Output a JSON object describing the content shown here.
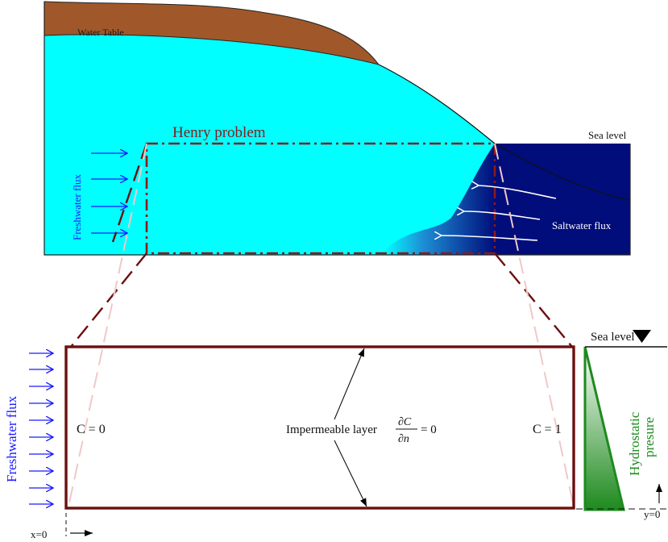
{
  "top_diagram": {
    "water_table_label": "Water Table",
    "henry_problem_label": "Henry problem",
    "sea_level_label": "Sea level",
    "freshwater_flux_label": "Freshwater flux",
    "saltwater_flux_label": "Saltwater flux"
  },
  "bottom_diagram": {
    "freshwater_flux_label": "Freshwater flux",
    "c_left_label": "C = 0",
    "c_right_label": "C = 1",
    "impermeable_label": "Impermeable layer",
    "equation_numerator": "∂C",
    "equation_denominator": "∂n",
    "equation_rhs": "= 0",
    "sea_level_label": "Sea level",
    "hydrostatic_line1": "Hydrostatic",
    "hydrostatic_line2": "presure",
    "x_origin_label": "x=0",
    "y_origin_label": "y=0"
  },
  "colors": {
    "freshwater": "#00ffff",
    "soil": "#a0582a",
    "seawater": "#000d7a",
    "henry_box": "#8b1a1a",
    "domain_box": "#6b0f0f",
    "flux_arrow": "#1a1aff",
    "hydrostatic": "#1e8a1e"
  }
}
